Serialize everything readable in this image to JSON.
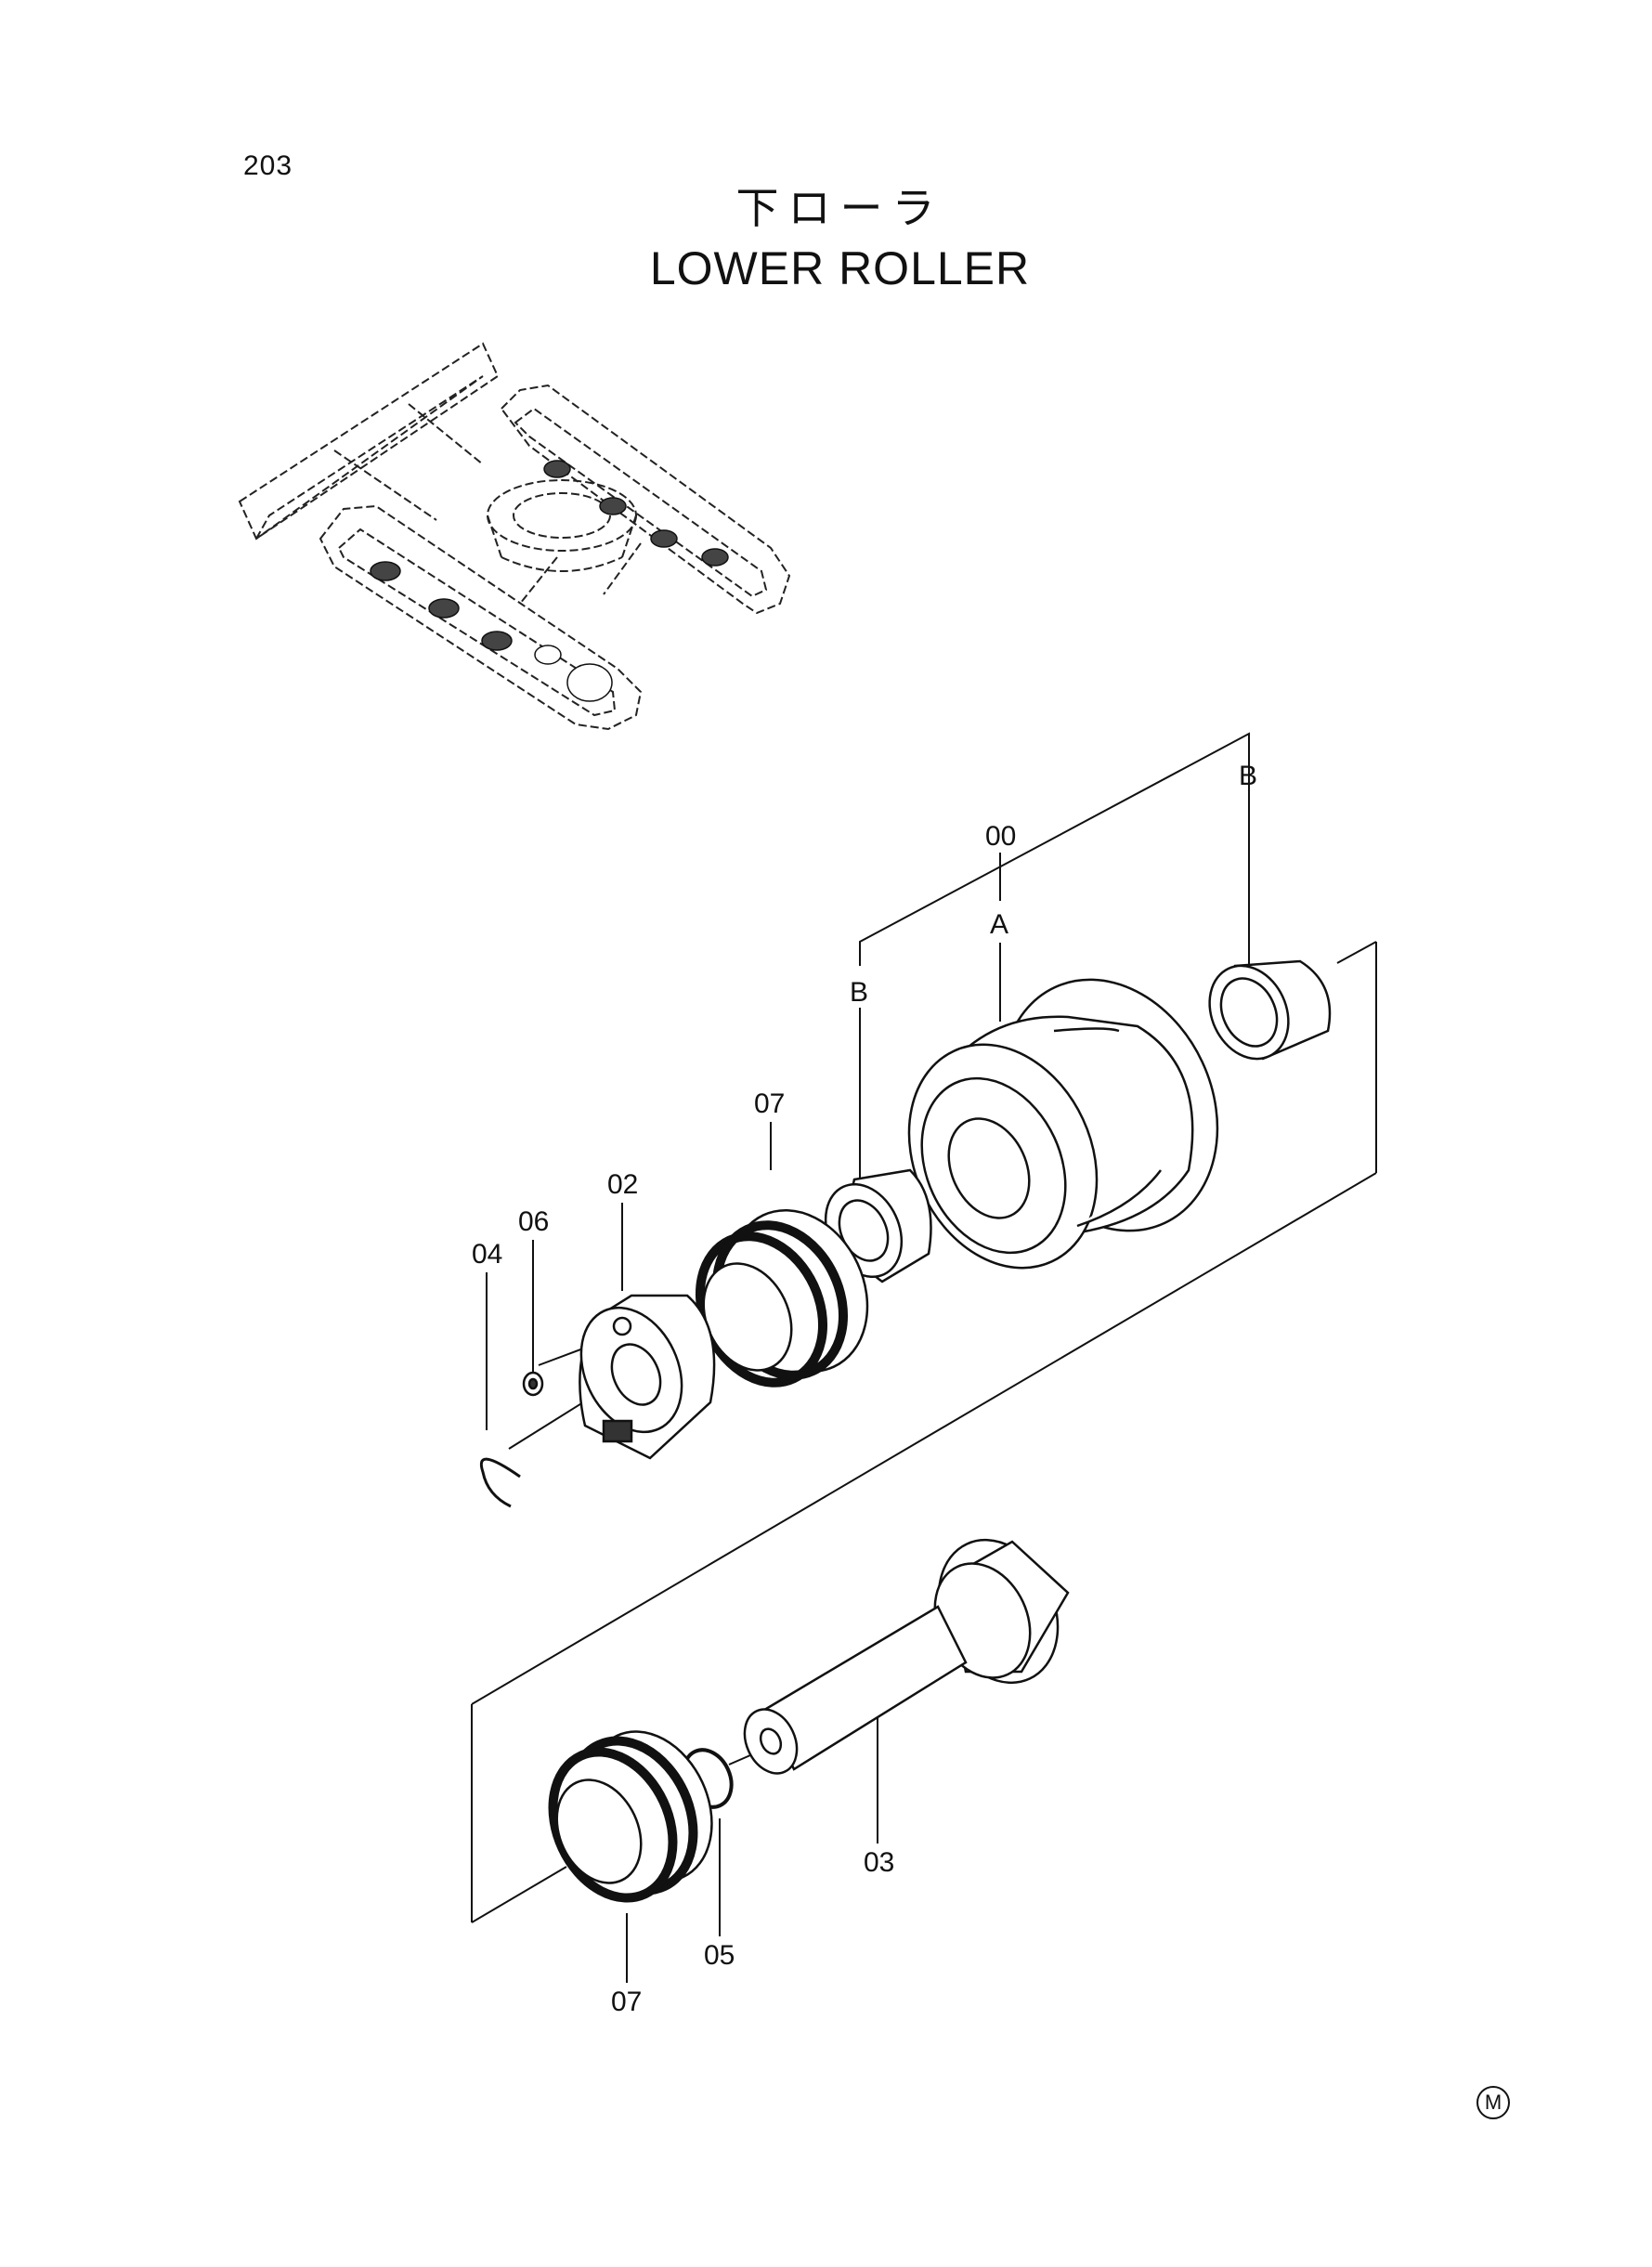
{
  "page_number": "203",
  "title_jp": "下ローラ",
  "title_en": "LOWER ROLLER",
  "callouts": {
    "assembly": "00",
    "sub_a": "A",
    "sub_b_left": "B",
    "sub_b_right": "B",
    "seal_upper": "07",
    "seal_lower": "07",
    "collar": "02",
    "plug": "06",
    "ring": "04",
    "shaft": "03",
    "o_ring": "05"
  },
  "corner_mark": "M"
}
